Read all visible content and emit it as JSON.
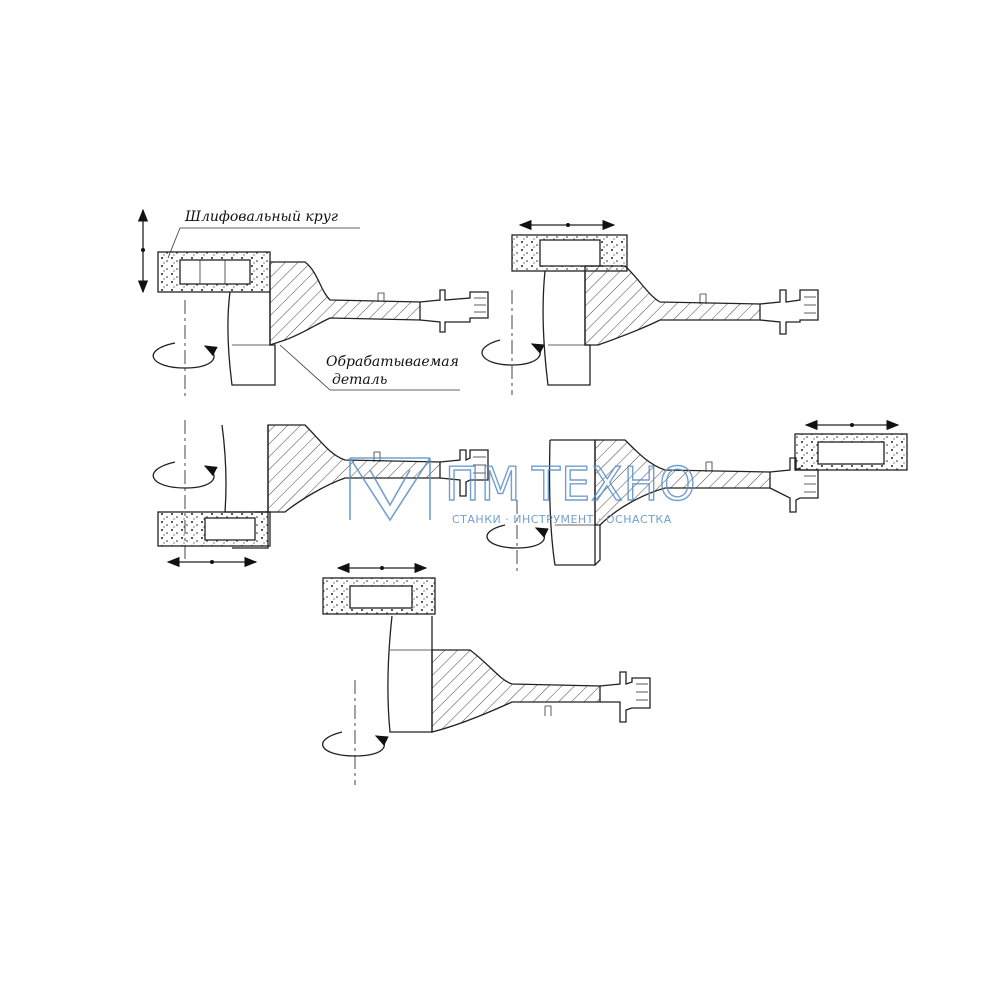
{
  "labels": {
    "grinding_wheel": "Шлифовальный круг",
    "workpiece_line1": "Обрабатываемая",
    "workpiece_line2": "деталь"
  },
  "watermark": {
    "brand_left": "ПМ",
    "brand_right": "ТЕХНО",
    "tagline": "СТАНКИ · ИНСТРУМЕНТ · ОСНАСТКА"
  },
  "colors": {
    "line": "#222222",
    "watermark": "#5b8fc7",
    "background": "#ffffff"
  }
}
